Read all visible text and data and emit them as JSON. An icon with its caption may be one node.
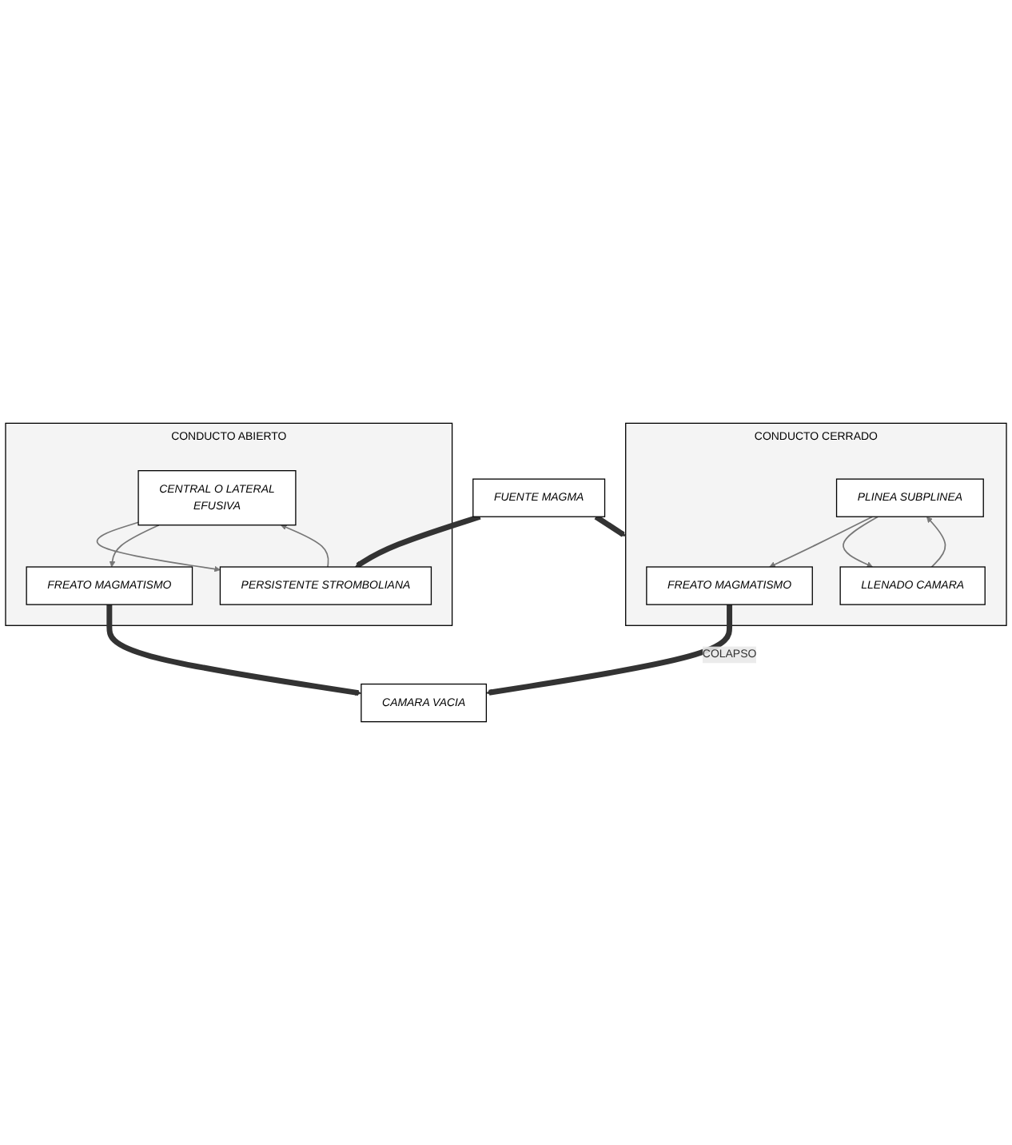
{
  "diagram": {
    "nodes": [
      {
        "text": [
          "CONDUCTO ABIERTO"
        ]
      },
      {
        "text": [
          "CENTRAL O LATERAL",
          "EFUSIVA"
        ],
        "in": 0
      },
      {
        "text": [
          "PERSISTENTE STROMBOLIANA"
        ],
        "in": 0
      },
      {
        "text": [
          "FREATO MAGMATISMO"
        ],
        "in": 0
      },
      {
        "text": [
          "CAMARA VACIA"
        ]
      },
      {
        "text": [
          "FUENTE MAGMA"
        ]
      },
      {
        "text": [
          "CONDUCTO CERRADO"
        ]
      },
      {
        "text": [
          "FREATO MAGMATISMO"
        ],
        "in": 6
      },
      {
        "text": [
          "PLINEA SUBPLINEA"
        ],
        "in": 6
      },
      {
        "text": [
          "LLENADO CAMARA"
        ],
        "in": 6
      }
    ],
    "edges": [
      {
        "from": 1,
        "to": 2,
        "arrow": "to"
      },
      {
        "from": 2,
        "to": 1,
        "arrow": "to"
      },
      {
        "from": 1,
        "to": 3,
        "arrow": "to"
      },
      {
        "from": 3,
        "to": 4,
        "arrow": "to",
        "style": "thick"
      },
      {
        "from": 5,
        "to": 2,
        "arrow": "to",
        "style": "thick"
      },
      {
        "from": 5,
        "to": 6,
        "arrow": "to",
        "style": "thick"
      },
      {
        "from": 7,
        "to": 4,
        "arrow": "to",
        "label": "COLAPSO",
        "style": "thick"
      },
      {
        "from": 8,
        "to": 7,
        "arrow": "to"
      },
      {
        "from": 8,
        "to": 9,
        "arrow": "to"
      },
      {
        "from": 9,
        "to": 8,
        "arrow": "to"
      }
    ]
  }
}
